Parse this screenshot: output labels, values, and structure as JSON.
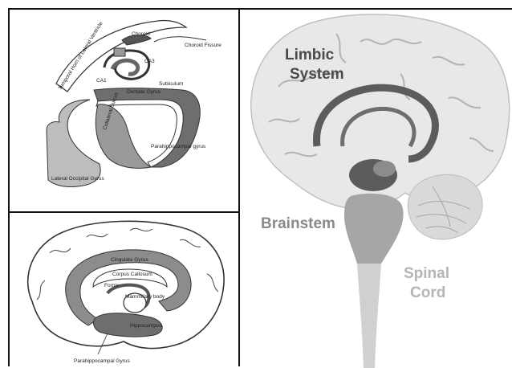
{
  "hippocampus_section": {
    "labels": {
      "temporal_horn": "Temporal Horn of Lateral Ventricle",
      "choroid": "Choroid",
      "choroid_fissure": "Choroid Fissure",
      "ca3": "CA3",
      "ca1": "CA1",
      "dentate_gyrus": "Dentate Gyrus",
      "subiculum": "Subiculum",
      "collateral_sulcus": "Collateral Sulcus",
      "parahippocampal_gyrus": "Parahippocampal gyrus",
      "lateral_occipital_gyrus": "Lateral Occipital Gyrus"
    }
  },
  "medial_brain": {
    "labels": {
      "cingulate_gyrus": "Cingulate Gyrus",
      "corpus_callosum": "Corpus Callosum",
      "fornix": "Fornix",
      "mammillary_body": "Mammillary body",
      "hippocampus": "Hippocampus",
      "parahippocampal_gyrus": "Parahippocampal Gyrus"
    }
  },
  "brain_overview": {
    "labels": {
      "limbic_line1": "Limbic",
      "limbic_line2": "System",
      "brainstem": "Brainstem",
      "spinal_line1": "Spinal",
      "spinal_line2": "Cord"
    }
  },
  "colors": {
    "limbic_label": "#4a4a4a",
    "brainstem_label": "#8a8a8a",
    "spinal_label": "#b5b5b5",
    "limbic_structure": "#5c5c5c",
    "gray_region": "#8c8c8c"
  }
}
